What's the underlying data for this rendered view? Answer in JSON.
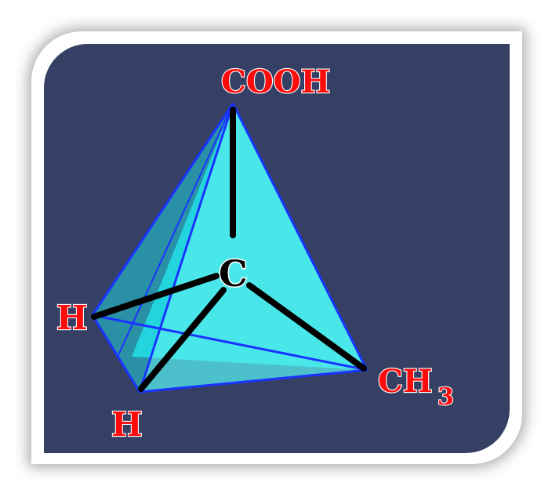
{
  "diagram": {
    "labels": {
      "top": "COOH",
      "left": "H",
      "bottom": "H",
      "right_main": "CH",
      "right_sub": "3",
      "center": "C"
    },
    "colors": {
      "background": "#354064",
      "face_fill": "#26e0e6",
      "face_fill_light": "#6ef2f2",
      "edge": "#1a33ff",
      "bond": "#000000",
      "label": "#ff0a0a"
    }
  }
}
